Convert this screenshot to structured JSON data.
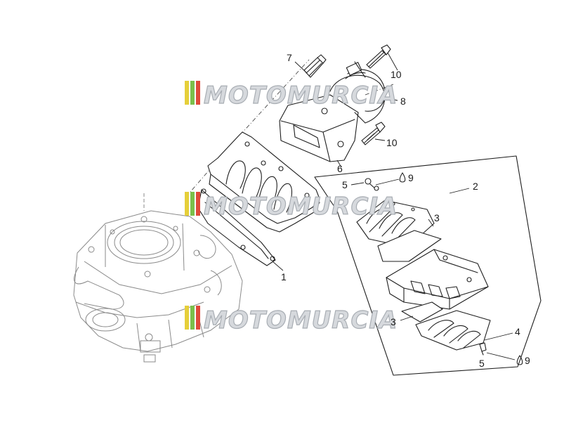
{
  "watermark": {
    "text": "MOTOMURCIA",
    "flag_colors": [
      "#e6cf3a",
      "#7bbf4a",
      "#e04a3a"
    ]
  },
  "labels": {
    "l1": "1",
    "l2": "2",
    "l3a": "3",
    "l3b": "3",
    "l4": "4",
    "l5a": "5",
    "l5b": "5",
    "l6": "6",
    "l7": "7",
    "l8": "8",
    "l9a": "9",
    "l9b": "9",
    "l10a": "10",
    "l10b": "10"
  },
  "colors": {
    "line": "#1e1e1e",
    "engine": "#8a8a8a",
    "watermark_fill": "#d6d9dd"
  }
}
